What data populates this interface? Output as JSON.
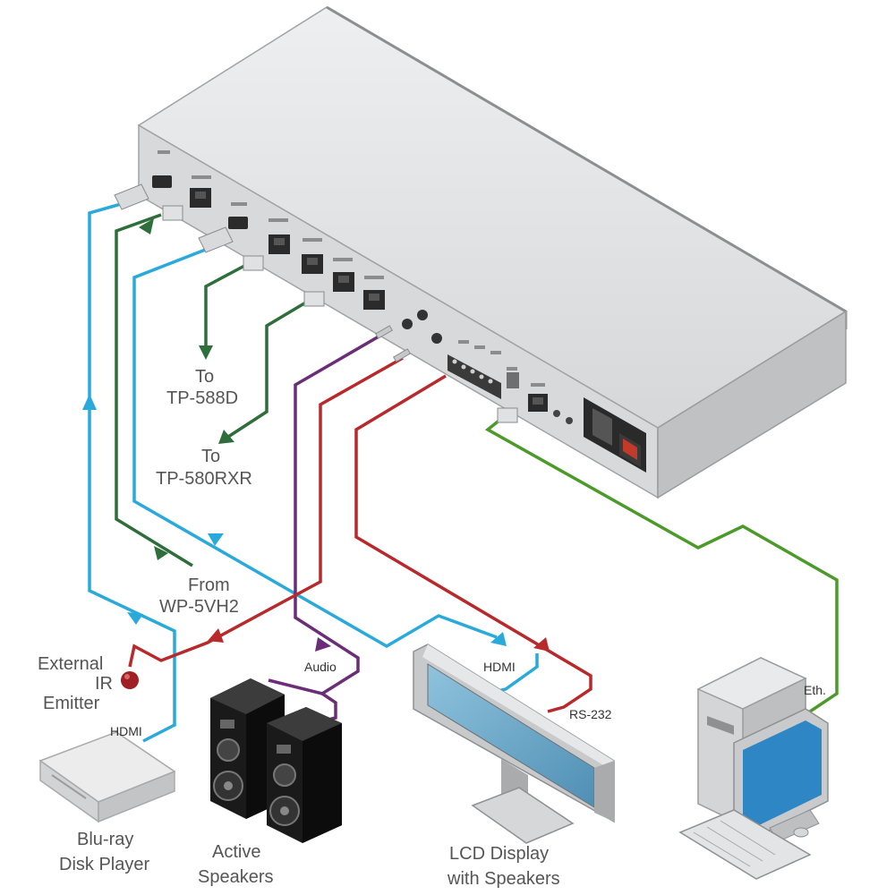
{
  "labels": {
    "to_tp588d_line1": "To",
    "to_tp588d_line2": "TP-588D",
    "to_tp580rxr_line1": "To",
    "to_tp580rxr_line2": "TP-580RXR",
    "from_wp5vh2_line1": "From",
    "from_wp5vh2_line2": "WP-5VH2",
    "ir_emitter_line1": "External",
    "ir_emitter_line2": "IR",
    "ir_emitter_line3": "Emitter",
    "bluray_line1": "Blu-ray",
    "bluray_line2": "Disk Player",
    "speakers_line1": "Active",
    "speakers_line2": "Speakers",
    "lcd_line1": "LCD Display",
    "lcd_line2": "with Speakers",
    "cable_hdmi_bluray": "HDMI",
    "cable_audio": "Audio",
    "cable_hdmi_display": "HDMI",
    "cable_rs232": "RS-232",
    "cable_eth": "Eth."
  },
  "colors": {
    "hdmi": "#2aa9db",
    "hdbaset": "#2e6e3a",
    "rs232": "#b8292b",
    "audio": "#6b2d78",
    "ethernet": "#4c9a2a",
    "device_body": "#e2e3e4",
    "device_edge": "#9a9c9e"
  }
}
